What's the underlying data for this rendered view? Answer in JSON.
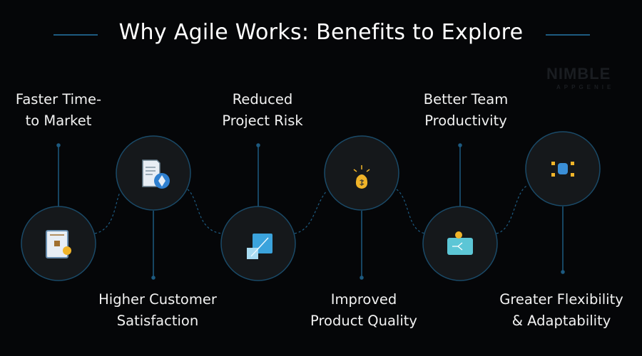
{
  "title": "Why Agile Works: Benefits to Explore",
  "logo": {
    "name": "NIMBLE",
    "sub": "APPGENIE"
  },
  "colors": {
    "background": "#050608",
    "circle_fill": "#15181b",
    "accent": "#1d5a80"
  },
  "benefits": [
    {
      "label": "Faster Time-to Market",
      "line1": "Faster Time-",
      "line2": "to Market",
      "icon": "legal-certificate-icon"
    },
    {
      "label": "Higher Customer Satisfaction",
      "line1": "Higher Customer",
      "line2": "Satisfaction",
      "icon": "contract-document-icon"
    },
    {
      "label": "Reduced Project Risk",
      "line1": "Reduced",
      "line2": "Project Risk",
      "icon": "scale-arrow-icon"
    },
    {
      "label": "Improved Product Quality",
      "line1": "Improved",
      "line2": "Product Quality",
      "icon": "money-bag-idea-icon"
    },
    {
      "label": "Better Team Productivity",
      "line1": "Better Team",
      "line2": "Productivity",
      "icon": "wallet-network-icon"
    },
    {
      "label": "Greater Flexibility & Adaptability",
      "line1": "Greater Flexibility",
      "line2": "& Adaptability",
      "icon": "database-network-icon"
    }
  ]
}
